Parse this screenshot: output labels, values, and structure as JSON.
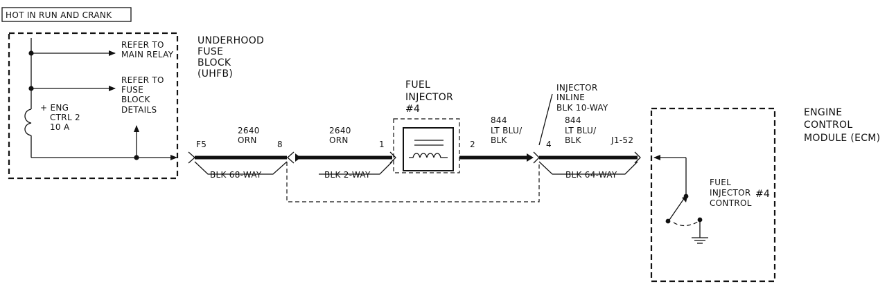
{
  "header": {
    "label": "HOT IN RUN AND CRANK"
  },
  "fuse_block": {
    "refer_main_relay": [
      "REFER TO",
      "MAIN RELAY"
    ],
    "refer_fuse_details": [
      "REFER TO",
      "FUSE",
      "BLOCK",
      "DETAILS"
    ],
    "fuse_label": [
      "+ ENG",
      "CTRL 2",
      "10 A"
    ],
    "title": [
      "UNDERHOOD",
      "FUSE",
      "BLOCK",
      "(UHFB)"
    ],
    "pin": "F5",
    "connector": "BLK 68-WAY"
  },
  "wire_1": {
    "circuit": "2640",
    "color": "ORN",
    "pin_end": "8"
  },
  "wire_2": {
    "circuit": "2640",
    "color": "ORN",
    "pin_end": "1"
  },
  "injector": {
    "title": [
      "FUEL",
      "INJECTOR",
      "#4"
    ],
    "connector": "BLK 2-WAY",
    "pin_out": "2"
  },
  "wire_3": {
    "circuit": "844",
    "color": [
      "LT BLU/",
      "BLK"
    ]
  },
  "inline_connector": {
    "label": [
      "INJECTOR",
      "INLINE",
      "BLK 10-WAY"
    ],
    "pin": "4"
  },
  "wire_4": {
    "circuit": "844",
    "color": [
      "LT BLU/",
      "BLK"
    ],
    "pin_end": "J1-52"
  },
  "ecm": {
    "title": [
      "ENGINE",
      "CONTROL",
      "MODULE (ECM)"
    ],
    "connector": "BLK 64-WAY",
    "control_label": [
      "FUEL",
      "INJECTOR",
      "CONTROL"
    ],
    "control_number": "#4"
  }
}
